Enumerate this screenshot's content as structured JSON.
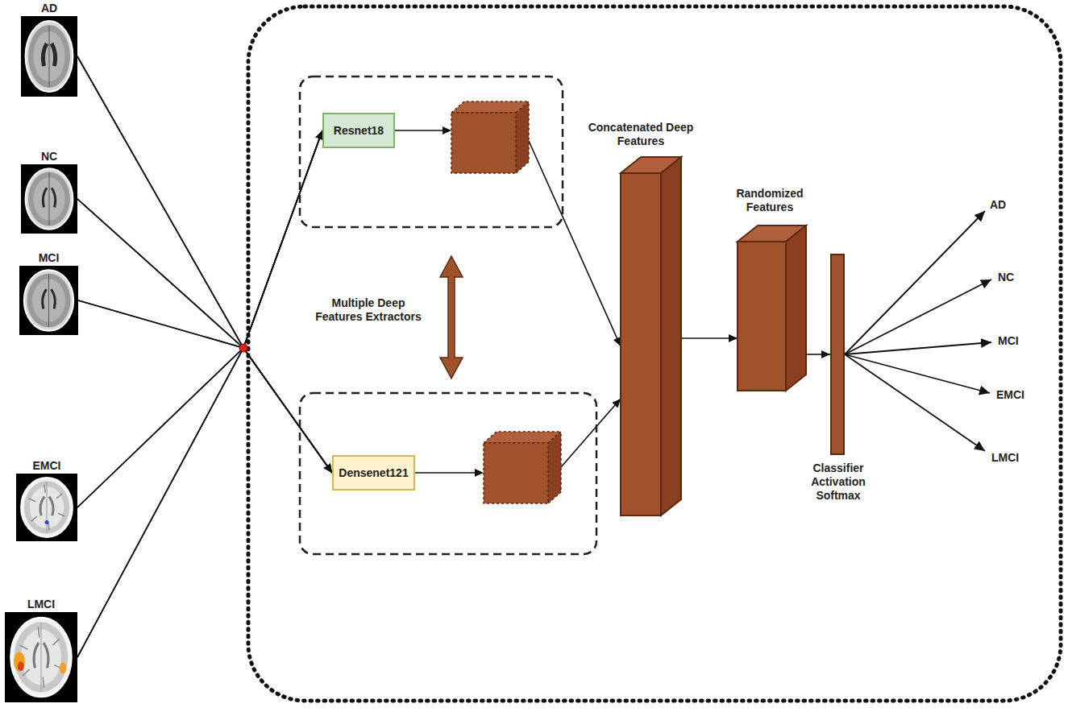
{
  "diagram": {
    "nodes": [
      {
        "text": [
          "AD"
        ]
      },
      {
        "text": [
          "NC"
        ]
      },
      {
        "text": [
          "MCI"
        ]
      },
      {
        "text": [
          "EMCI"
        ]
      },
      {
        "text": [
          "LMCI"
        ]
      },
      {
        "text": [
          "Resnet18"
        ]
      },
      {
        "text": [
          "Densenet121"
        ]
      },
      {
        "text": [
          "Concatenated Deep Features"
        ]
      },
      {
        "text": [
          "Randomized Features"
        ]
      },
      {
        "text": [
          "Classifier Activation Softmax"
        ]
      }
    ],
    "edges": [
      {
        "from": 0,
        "to": 5,
        "arrow": "to"
      },
      {
        "from": 1,
        "to": 5,
        "arrow": "to"
      },
      {
        "from": 2,
        "to": 5,
        "arrow": "to"
      },
      {
        "from": 3,
        "to": 5,
        "arrow": "to"
      },
      {
        "from": 4,
        "to": 5,
        "arrow": "to"
      },
      {
        "from": 0,
        "to": 6,
        "arrow": "to"
      },
      {
        "from": 1,
        "to": 6,
        "arrow": "to"
      },
      {
        "from": 2,
        "to": 6,
        "arrow": "to"
      },
      {
        "from": 3,
        "to": 6,
        "arrow": "to"
      },
      {
        "from": 4,
        "to": 6,
        "arrow": "to"
      },
      {
        "from": 5,
        "to": 7,
        "arrow": "to"
      },
      {
        "from": 6,
        "to": 7,
        "arrow": "to"
      },
      {
        "from": 7,
        "to": 8,
        "arrow": "to"
      },
      {
        "from": 8,
        "to": 9,
        "arrow": "to"
      }
    ],
    "labels": [
      "Multiple Deep Features Extractors",
      "AD",
      "NC",
      "MCI",
      "EMCI",
      "LMCI"
    ]
  }
}
